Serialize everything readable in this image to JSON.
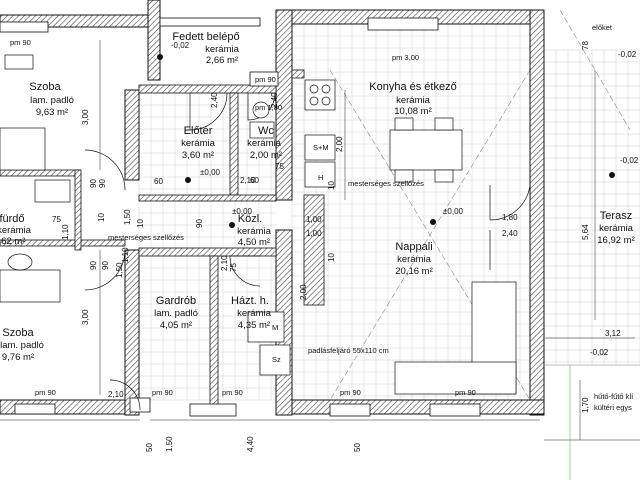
{
  "rooms": {
    "fedett": {
      "name": "Fedett belépő",
      "floor": "kerámia",
      "area": "2,66 m²",
      "level": "-0,02"
    },
    "szoba1": {
      "name": "Szoba",
      "floor": "lam. padló",
      "area": "9,63 m²"
    },
    "konyha": {
      "name": "Konyha és étkező",
      "floor": "kerámia",
      "area": "10,08 m²"
    },
    "eloter": {
      "name": "Előtér",
      "floor": "kerámia",
      "area": "3,60 m²"
    },
    "wc": {
      "name": "Wc",
      "floor": "kerámia",
      "area": "2,00 m²"
    },
    "furdo": {
      "name": "fürdő",
      "floor": "kerámia",
      "area": ",62 m²"
    },
    "kozl": {
      "name": "Közl.",
      "floor": "kerámia",
      "area": "4,50 m²"
    },
    "nappali": {
      "name": "Nappali",
      "floor": "kerámia",
      "area": "20,16 m²"
    },
    "terasz": {
      "name": "Terasz",
      "floor": "kerámia",
      "area": "16,92 m²"
    },
    "gardrob": {
      "name": "Gardrób",
      "floor": "lam. padló",
      "area": "4,05 m²"
    },
    "hazt": {
      "name": "Házt. h.",
      "floor": "kerámia",
      "area": "4,35 m²"
    },
    "szoba2": {
      "name": "Szoba",
      "floor": "lam. padló",
      "area": "9,76 m²"
    }
  },
  "notes": {
    "eloket": "előket",
    "szell1": "mesterséges szellőzés",
    "szell2": "mesterséges szellőzés",
    "padlas": "padlásfeljáró 55x110 cm",
    "huto1": "hűtő-fűtő klí",
    "huto2": "kültéri egys",
    "pm90_a": "pm 90",
    "pm90_b": "pm 90",
    "pm90_c": "pm 90",
    "pm90_d": "pm 90",
    "pm90_e": "pm 90",
    "pm90_f": "pm 90",
    "pm90_g": "pm 90",
    "sm": "S+M",
    "h": "H",
    "m": "M",
    "sz": "Sz",
    "pm300": "pm 3,00",
    "pm180": "pm 1,80"
  },
  "levels": {
    "k_a": "±0,00",
    "k_b": "±0,00",
    "k_c": "±0,00",
    "k_d": "-0,02",
    "k_e": "-0,02",
    "k_f": "-0,02"
  },
  "dims": {
    "d1": "3,00",
    "d2": "3,00",
    "d3": "2,40",
    "d4": "2,40",
    "d5": "1,80",
    "d6": "2,40",
    "d7": "5,64",
    "d8": "3,12",
    "d9": "1,70",
    "d10": "78",
    "d11": "75",
    "d12": "75",
    "d13": "75",
    "d14": "60",
    "d15": "60",
    "d16": "90",
    "d17": "2,10",
    "d18": "2,10",
    "d19": "2,10",
    "d20": "1,00",
    "d21": "1,00",
    "d22": "2,00",
    "d23": "2,00",
    "d24": "1,50",
    "d25": "1,50",
    "d26": "1,10",
    "d27": "1,10",
    "d28": "90",
    "d29": "50",
    "d30": "50",
    "d31": "1,50",
    "d32": "4,40",
    "d33": "10",
    "d34": "10",
    "d35": "10",
    "d36": "10",
    "d37": "90",
    "d38": "90",
    "d39": "90"
  },
  "colors": {
    "wall": "#1a1a1a",
    "hatch": "#555555",
    "grid": "#d0d0d0",
    "terrace_line": "#4a9a4a"
  }
}
